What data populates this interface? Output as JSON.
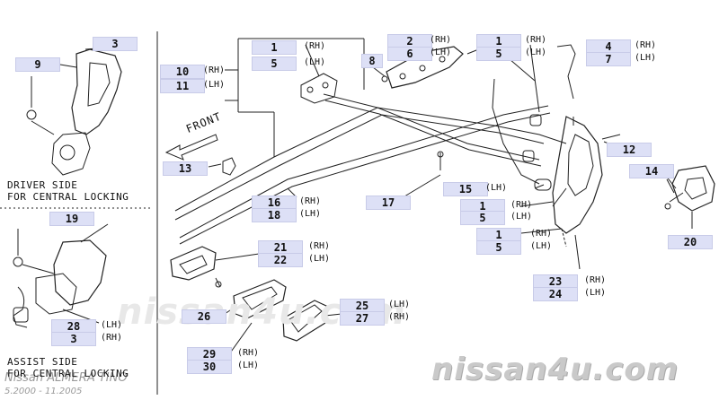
{
  "diagram": {
    "section_labels": {
      "driver_line1": "DRIVER SIDE",
      "driver_line2": "FOR CENTRAL LOCKING",
      "assist_line1": "ASSIST SIDE",
      "assist_line2": "FOR CENTRAL LOCKING"
    },
    "front_arrow": "FRONT",
    "watermark_center": "nissan4u.com",
    "watermark_bottom": "nissan4u.com",
    "model_caption": "Nissan ALMERA TINO",
    "date_caption": "5.2000 - 11.2005",
    "callouts": [
      {
        "id": "c3a",
        "text": "3"
      },
      {
        "id": "c9",
        "text": "9"
      },
      {
        "id": "c1a",
        "text": "1",
        "tag": "(RH)"
      },
      {
        "id": "c5a",
        "text": "5",
        "tag": "(LH)"
      },
      {
        "id": "c10",
        "text": "10",
        "tag": "(RH)"
      },
      {
        "id": "c11",
        "text": "11",
        "tag": "(LH)"
      },
      {
        "id": "c2",
        "text": "2",
        "tag": "(RH)"
      },
      {
        "id": "c6",
        "text": "6",
        "tag": "(LH)"
      },
      {
        "id": "c8",
        "text": "8"
      },
      {
        "id": "c1b",
        "text": "1",
        "tag": "(RH)"
      },
      {
        "id": "c5b",
        "text": "5",
        "tag": "(LH)"
      },
      {
        "id": "c4",
        "text": "4",
        "tag": "(RH)"
      },
      {
        "id": "c7",
        "text": "7",
        "tag": "(LH)"
      },
      {
        "id": "c12",
        "text": "12"
      },
      {
        "id": "c13",
        "text": "13"
      },
      {
        "id": "c14",
        "text": "14"
      },
      {
        "id": "c15",
        "text": "15",
        "tag": "(LH)"
      },
      {
        "id": "c16",
        "text": "16",
        "tag": "(RH)"
      },
      {
        "id": "c18",
        "text": "18",
        "tag": "(LH)"
      },
      {
        "id": "c17",
        "text": "17"
      },
      {
        "id": "c1c",
        "text": "1",
        "tag": "(RH)"
      },
      {
        "id": "c5c",
        "text": "5",
        "tag": "(LH)"
      },
      {
        "id": "c1d",
        "text": "1",
        "tag": "(RH)"
      },
      {
        "id": "c5d",
        "text": "5",
        "tag": "(LH)"
      },
      {
        "id": "c19",
        "text": "19"
      },
      {
        "id": "c20",
        "text": "20"
      },
      {
        "id": "c21",
        "text": "21",
        "tag": "(RH)"
      },
      {
        "id": "c22",
        "text": "22",
        "tag": "(LH)"
      },
      {
        "id": "c23",
        "text": "23",
        "tag": "(RH)"
      },
      {
        "id": "c24",
        "text": "24",
        "tag": "(LH)"
      },
      {
        "id": "c25",
        "text": "25",
        "tag": "(LH)"
      },
      {
        "id": "c27",
        "text": "27",
        "tag": "(RH)"
      },
      {
        "id": "c26",
        "text": "26"
      },
      {
        "id": "c28",
        "text": "28",
        "tag": "(LH)"
      },
      {
        "id": "c3b",
        "text": "3",
        "tag": "(RH)"
      },
      {
        "id": "c29",
        "text": "29",
        "tag": "(RH)"
      },
      {
        "id": "c30",
        "text": "30",
        "tag": "(LH)"
      }
    ]
  }
}
